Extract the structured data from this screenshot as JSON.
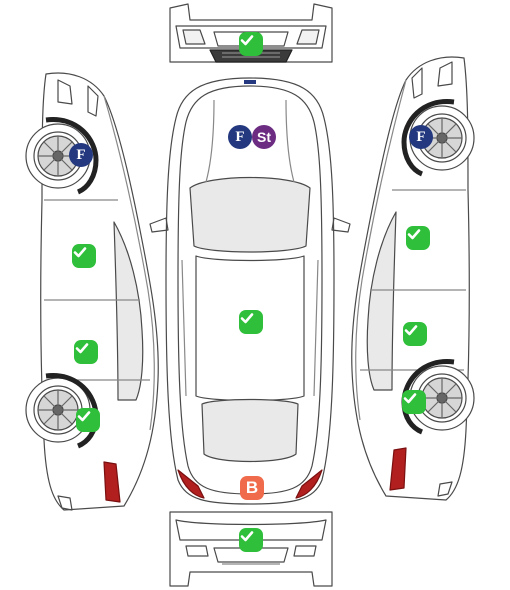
{
  "badges": {
    "f_label": "F",
    "st_label": "St",
    "b_label": "B"
  },
  "colors": {
    "ok": "#2fbf3a",
    "flag": "#23387e",
    "steel": "#6c2c82",
    "body": "#f06b4b",
    "outline": "#4a4a4a",
    "glass": "#e9e9e9",
    "taillight": "#b21f1f"
  },
  "icons": {
    "ok": "check-icon",
    "tire": "wheel-icon"
  }
}
